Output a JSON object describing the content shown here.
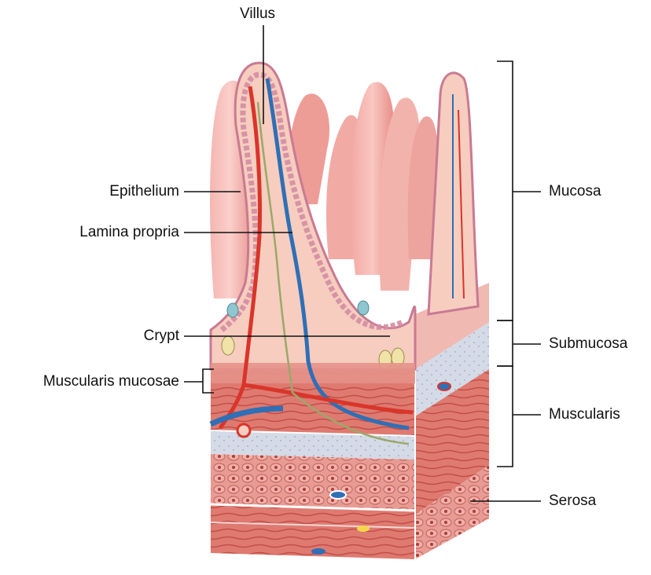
{
  "labels": {
    "villus": "Villus",
    "epithelium": "Epithelium",
    "lamina_propria": "Lamina propria",
    "crypt": "Crypt",
    "muscularis_mucosae": "Muscularis mucosae",
    "mucosa": "Mucosa",
    "submucosa": "Submucosa",
    "muscularis": "Muscularis",
    "serosa": "Serosa"
  },
  "colors": {
    "tissue_pink": "#f2b8b0",
    "villus_red": "#e8867e",
    "epithelium_border": "#c97a92",
    "artery": "#d9352a",
    "vein": "#2f6fb5",
    "lymph": "#9aa86a",
    "submucosa_gray": "#cfd6e2",
    "muscle": "#d9675f",
    "crypt_cell_yellow": "#f1e3a8",
    "line": "#111111"
  }
}
